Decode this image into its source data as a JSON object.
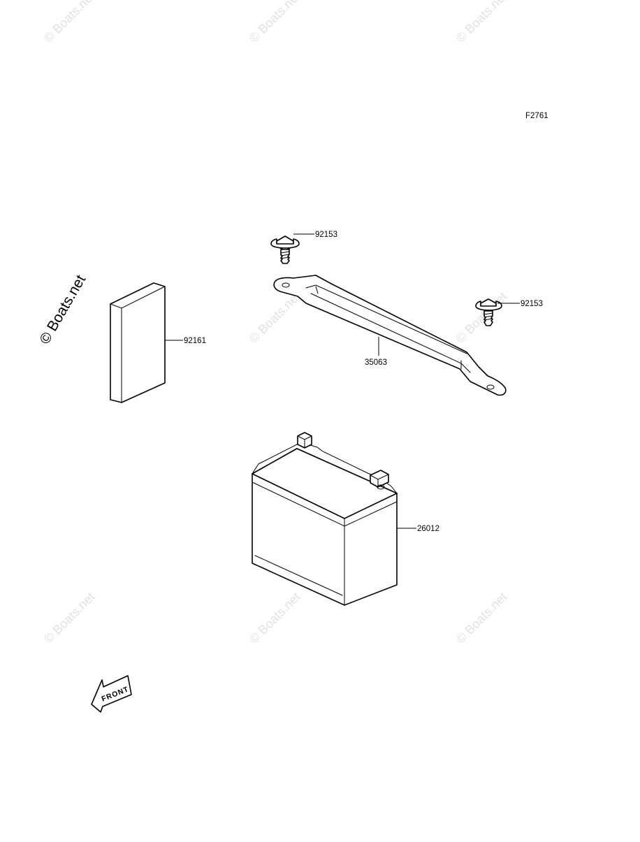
{
  "figure_code": "F2761",
  "watermark": "© Boats.net",
  "front_label": "FRONT",
  "parts": {
    "bolt_top": "92153",
    "bolt_right": "92153",
    "pad": "92161",
    "strap": "35063",
    "battery": "26012"
  },
  "colors": {
    "line": "#000000",
    "watermark": "#e2e2e2",
    "background": "#ffffff"
  }
}
